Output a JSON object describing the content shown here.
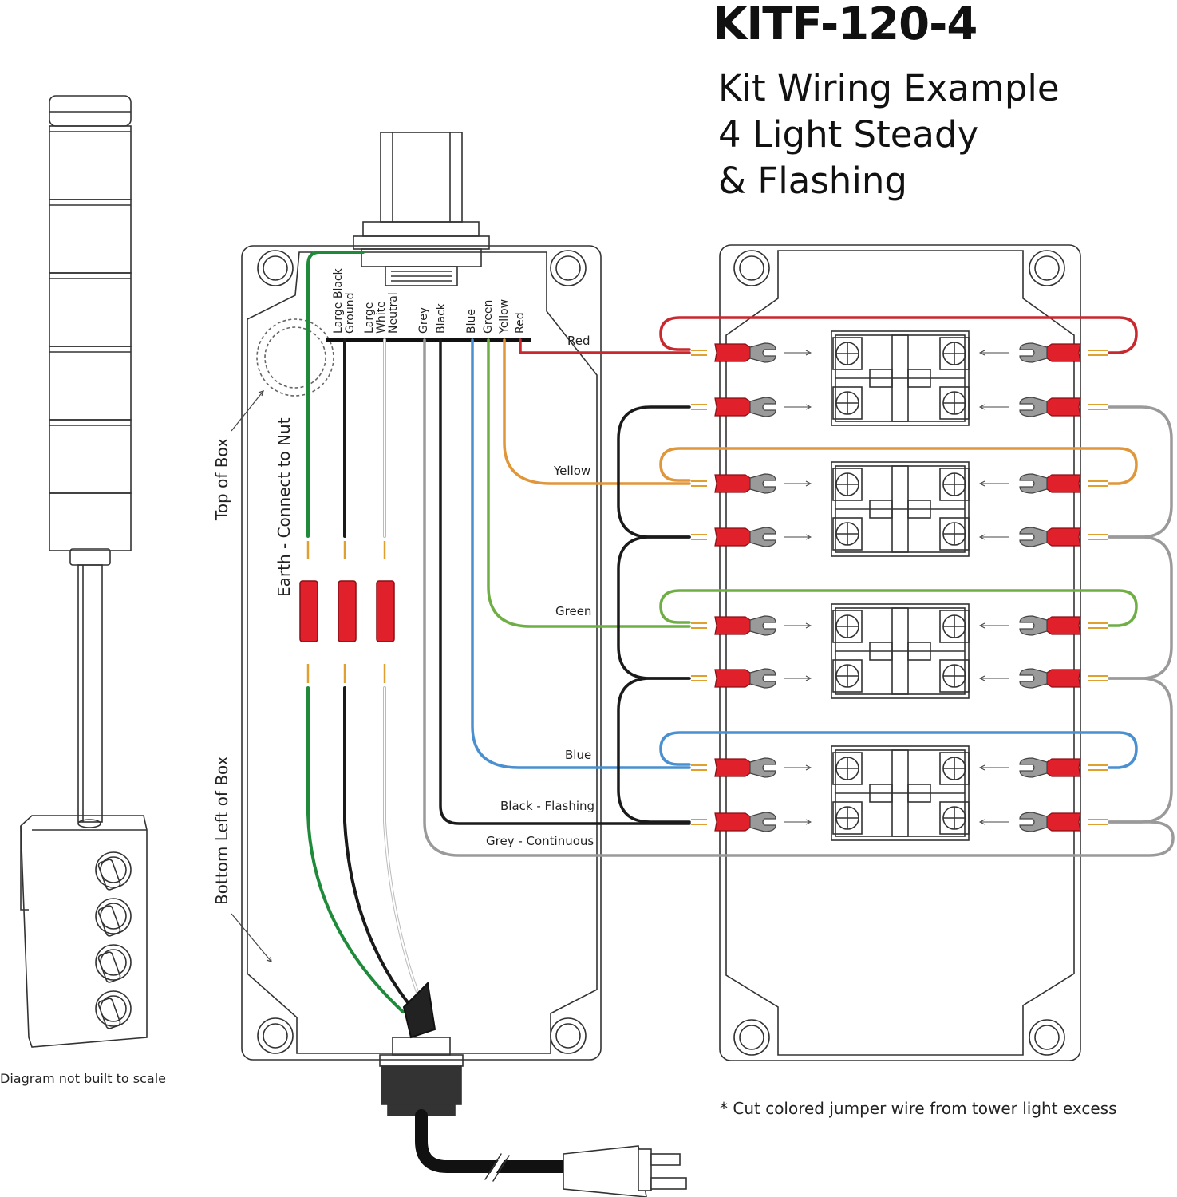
{
  "title": "KITF-120-4",
  "subtitle_lines": [
    "Kit Wiring Example",
    "4 Light Steady",
    "& Flashing"
  ],
  "connector_labels": {
    "ground": [
      "Large Black",
      "Ground"
    ],
    "neutral": [
      "Large",
      "White",
      "Neutral"
    ],
    "grey": "Grey",
    "black": "Black",
    "blue": "Blue",
    "green": "Green",
    "yellow": "Yellow",
    "red": "Red"
  },
  "wire_labels": {
    "red": "Red",
    "yellow": "Yellow",
    "green": "Green",
    "blue": "Blue",
    "black_flashing": "Black - Flashing",
    "grey_continuous": "Grey - Continuous"
  },
  "box_labels": {
    "top_of_box": "Top of Box",
    "earth": "Earth - Connect to Nut",
    "bottom_left": "Bottom Left of Box"
  },
  "scale_note": "Diagram not built to scale",
  "footnote": "* Cut colored jumper wire from tower light excess",
  "colors": {
    "red": "#c8282e",
    "yellow": "#e0963a",
    "green": "#6fae45",
    "blue": "#4a8fd0",
    "black": "#1a1a1a",
    "grey": "#9a9a9a",
    "earth_green": "#1f8a3a",
    "terminal_red": "#e0202a"
  }
}
